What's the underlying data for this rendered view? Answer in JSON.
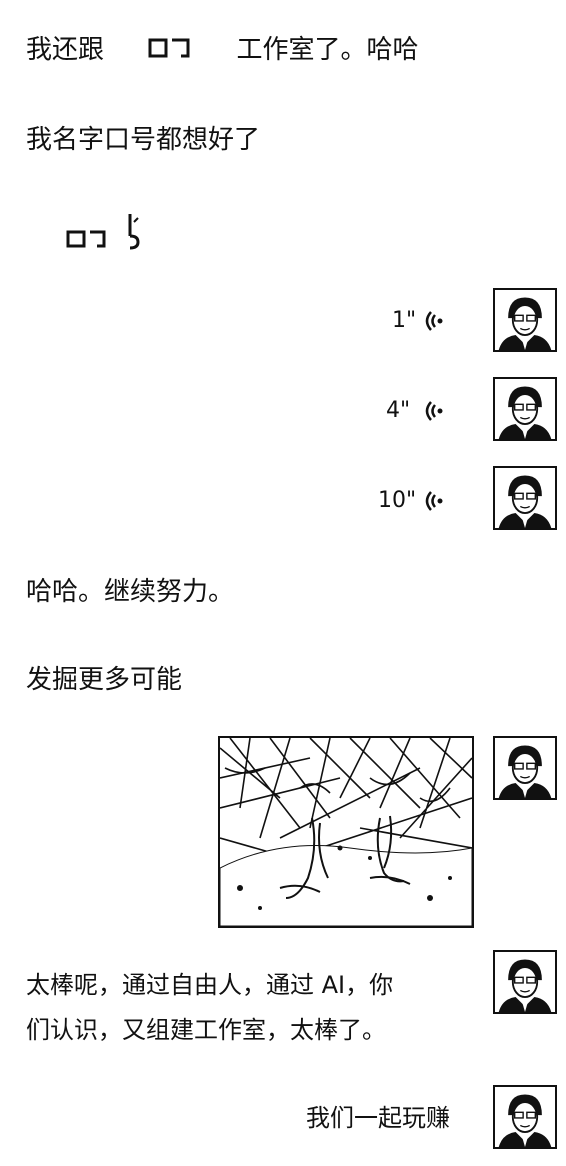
{
  "messages": {
    "m1_prefix": "我还跟",
    "m1_suffix": "工作室了。哈哈",
    "m2": "我名字口号都想好了",
    "voice": [
      "1\"",
      "4\"",
      "10\""
    ],
    "m3": "哈哈。继续努力。",
    "m4": "发掘更多可能",
    "m5_line1": "太棒呢，通过自由人，通过 AI，你",
    "m5_line2": "们认识，又组建工作室，太棒了。",
    "m6": "我们一起玩赚"
  },
  "icons": {
    "voice": "voice-wave-icon",
    "avatar": "user-avatar",
    "placeholder": "missing-emoji-glyph"
  }
}
